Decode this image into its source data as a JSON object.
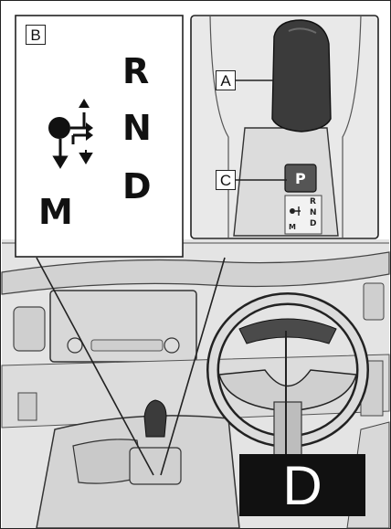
{
  "callout_b": {
    "label": "B",
    "gears_right": [
      "R",
      "N",
      "D"
    ],
    "gear_left": "M",
    "mode_icon": "shift-mode-icon"
  },
  "callout_a": {
    "label": "A"
  },
  "callout_c": {
    "label": "C",
    "park_button": "P",
    "gate_gears": [
      "R",
      "N",
      "D"
    ],
    "gate_m": "M"
  },
  "callout_d": {
    "label": "D"
  },
  "colors": {
    "interior_fill": "#e8e8e8",
    "line": "#1a1a1a",
    "shifter": "#3b3b3b",
    "label_box": "#111111"
  }
}
